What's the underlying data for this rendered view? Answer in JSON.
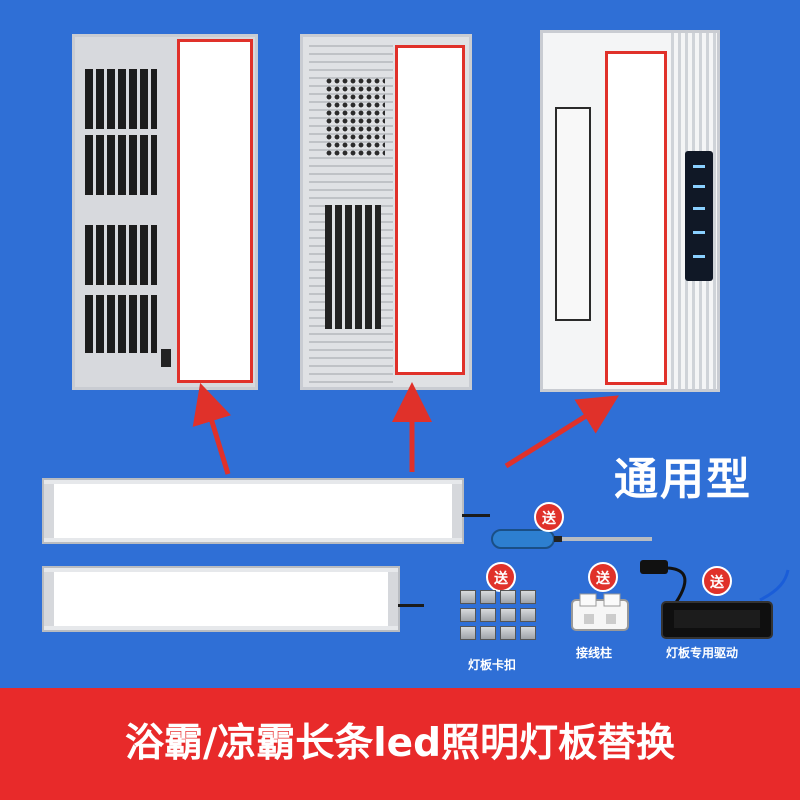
{
  "headline": "通用型",
  "free_badge_text": "送",
  "accessories": [
    {
      "name": "screwdriver",
      "label": ""
    },
    {
      "name": "panel-clips",
      "label": "灯板卡扣"
    },
    {
      "name": "terminal-block",
      "label": "接线柱"
    },
    {
      "name": "led-driver",
      "label": "灯板专用驱动"
    }
  ],
  "banner": {
    "text": "浴霸/凉霸长条led照明灯板替换"
  },
  "colors": {
    "background": "#2f6fd6",
    "highlight_box": "#e0312a",
    "arrow": "#e0312a",
    "banner": "#e82a2a"
  }
}
